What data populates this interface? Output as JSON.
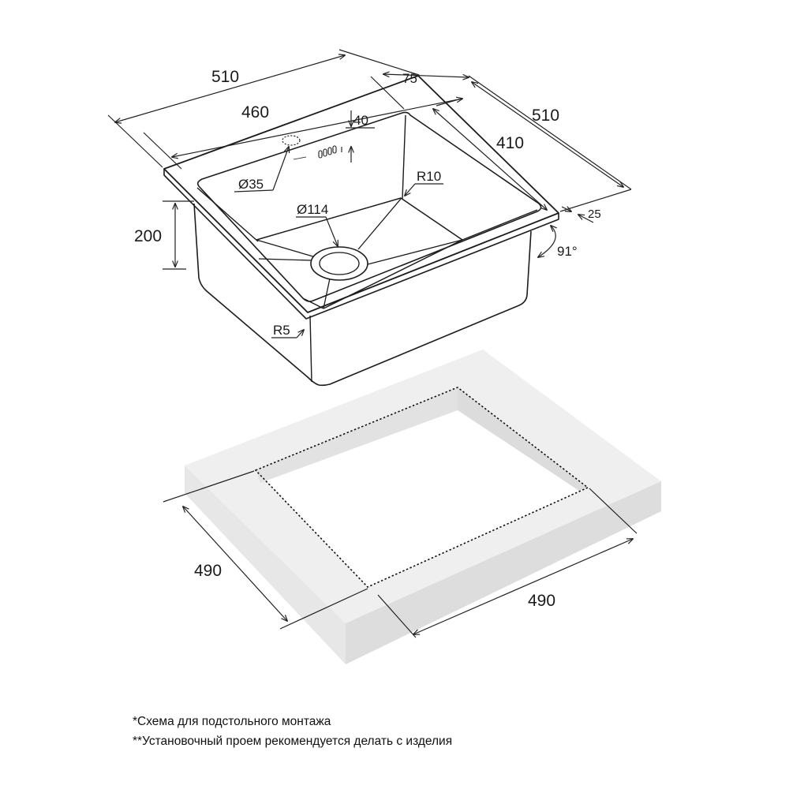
{
  "sink": {
    "width_outer": "510",
    "width_inner": "460",
    "depth_outer": "510",
    "depth_inner": "410",
    "rim_back": "75",
    "tap_offset": "40",
    "rim_side": "25",
    "height": "200",
    "tap_hole": "Ø35",
    "drain": "Ø114",
    "corner_radius_inner": "R10",
    "corner_radius_bottom": "R5",
    "angle": "91°"
  },
  "cutout": {
    "width": "490",
    "depth": "490"
  },
  "notes": {
    "line1": "*Схема для подстольного монтажа",
    "line2": "**Установочный проем рекомендуется делать с изделия"
  }
}
